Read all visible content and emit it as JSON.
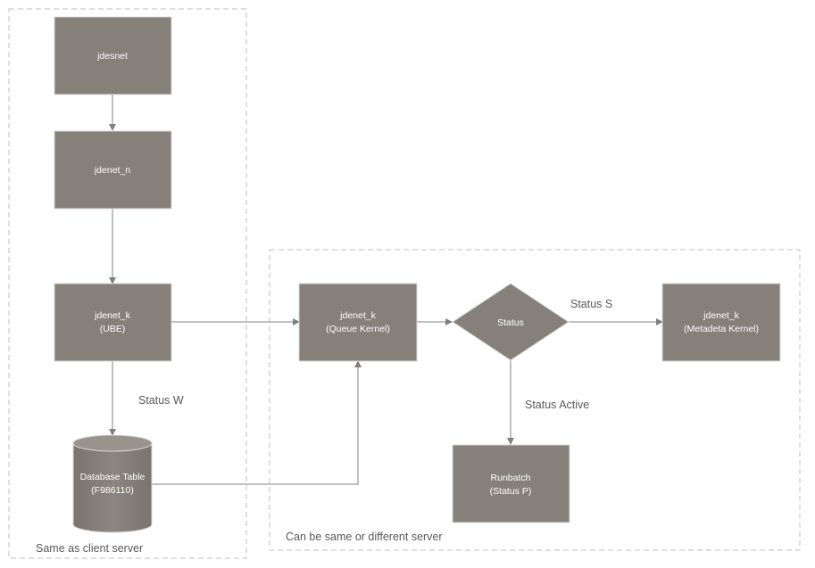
{
  "groups": {
    "left": "Same as client server",
    "right": "Can be same or different server"
  },
  "nodes": {
    "jdesnet": "jdesnet",
    "jdenet_n": "jdenet_n",
    "jdenet_k_ube": [
      "jdenet_k",
      "(UBE)"
    ],
    "database_table": [
      "Database Table",
      "(F986110)"
    ],
    "queue_kernel": [
      "jdenet_k",
      "(Queue Kernel)"
    ],
    "status_decision": "Status",
    "metadata_kernel": [
      "jdenet_k",
      "(Metadeta Kernel)"
    ],
    "runbatch": [
      "Runbatch",
      "(Status P)"
    ]
  },
  "edge_labels": {
    "status_w": "Status W",
    "status_s": "Status S",
    "status_active": "Status Active"
  },
  "colors": {
    "node_fill": "#86807a",
    "node_stroke": "#d9d9d9",
    "edge": "#808080",
    "group_border": "#bfbfbf",
    "label_text": "#595959"
  }
}
